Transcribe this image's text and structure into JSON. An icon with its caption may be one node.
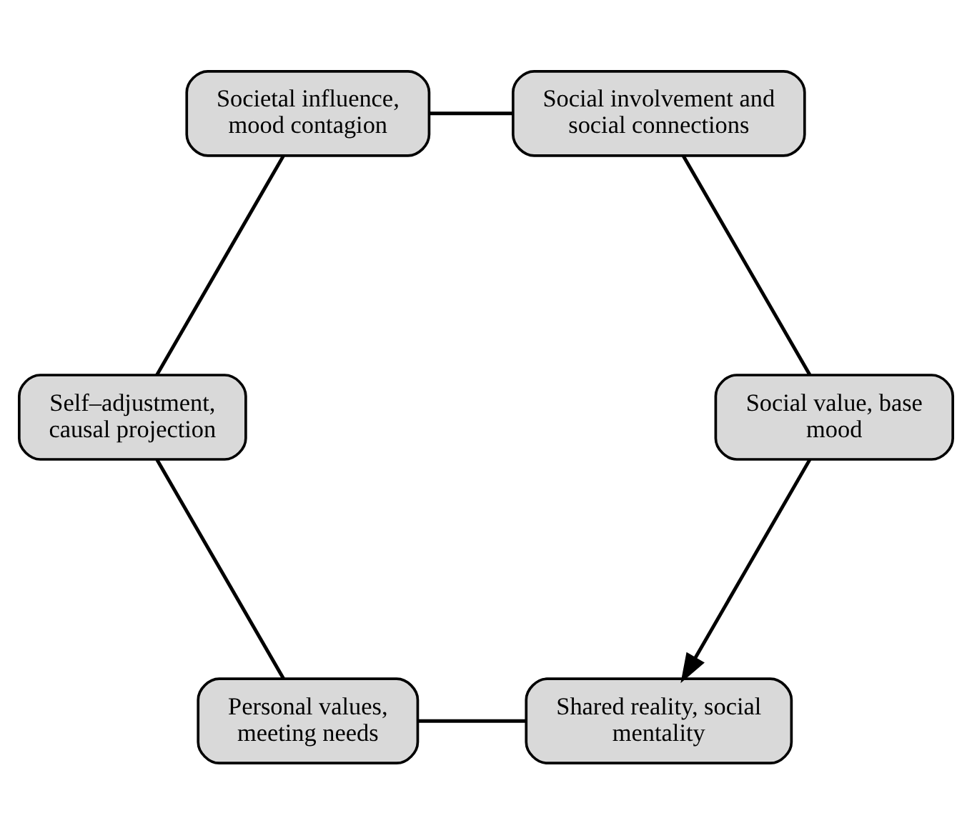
{
  "diagram": {
    "nodes": [
      {
        "text": [
          "Shared reality, social mentality"
        ]
      },
      {
        "text": [
          "Social value, base mood"
        ]
      },
      {
        "text": [
          "Personal values, meeting needs"
        ]
      },
      {
        "text": [
          "Social involvement and social connections"
        ]
      },
      {
        "text": [
          "Self–adjustment, causal projection"
        ]
      },
      {
        "text": [
          "Societal influence, mood contagion"
        ]
      }
    ],
    "edges": [
      {
        "from": 0,
        "to": 2,
        "arrow": "none"
      },
      {
        "from": 2,
        "to": 4,
        "arrow": "none"
      },
      {
        "from": 4,
        "to": 5,
        "arrow": "none"
      },
      {
        "from": 5,
        "to": 3,
        "arrow": "none"
      },
      {
        "from": 3,
        "to": 1,
        "arrow": "none"
      },
      {
        "from": 1,
        "to": 0,
        "arrow": "to"
      }
    ]
  }
}
